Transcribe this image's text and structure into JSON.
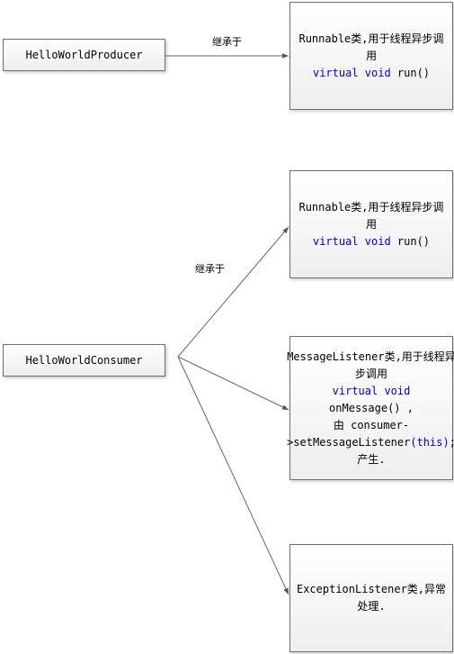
{
  "producer": {
    "name": "HelloWorldProducer",
    "edge_label": "继承于",
    "target": {
      "title": "Runnable类,用于线程异步调用",
      "kw": "virtual void",
      "fn": "run()"
    }
  },
  "consumer": {
    "name": "HelloWorldConsumer",
    "edge_label": "继承于",
    "runnable": {
      "title": "Runnable类,用于线程异步调用",
      "kw": "virtual void",
      "fn": "run()"
    },
    "message_listener": {
      "title": "MessageListener类,用于线程异步调用",
      "kw": "virtual void",
      "fn": "onMessage() ,",
      "note_prefix": "由 consumer->setMessageListener",
      "this_kw": "(this)",
      "note_suffix": ";产生."
    },
    "exception_listener": {
      "title": "ExceptionListener类,异常处理."
    }
  },
  "colors": {
    "keyword": "#0000cc",
    "edge": "#666666",
    "border": "#6e6e6e"
  }
}
